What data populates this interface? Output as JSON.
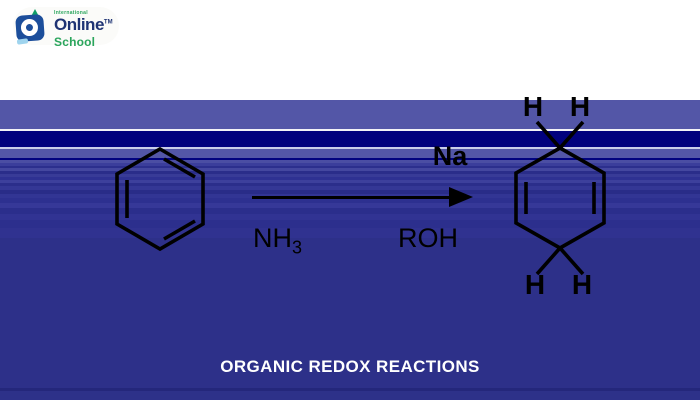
{
  "logo": {
    "tagline": "International",
    "name": "Online",
    "trademark": "TM",
    "subname": "School"
  },
  "reaction": {
    "catalyst": "Na",
    "amine_base": "NH",
    "amine_subscript": "3",
    "alcohol": "ROH"
  },
  "product": {
    "h_labels": [
      "H",
      "H",
      "H",
      "H"
    ]
  },
  "footer": {
    "title": "ORGANIC REDOX REACTIONS"
  },
  "colors": {
    "background_blue": "#2d3089",
    "band_slate": "#5356a7",
    "band_navy": "#01017d",
    "bond_black": "#000000",
    "title_white": "#ffffff",
    "logo_blue": "#1c4e9b",
    "logo_green": "#2aa55c"
  }
}
